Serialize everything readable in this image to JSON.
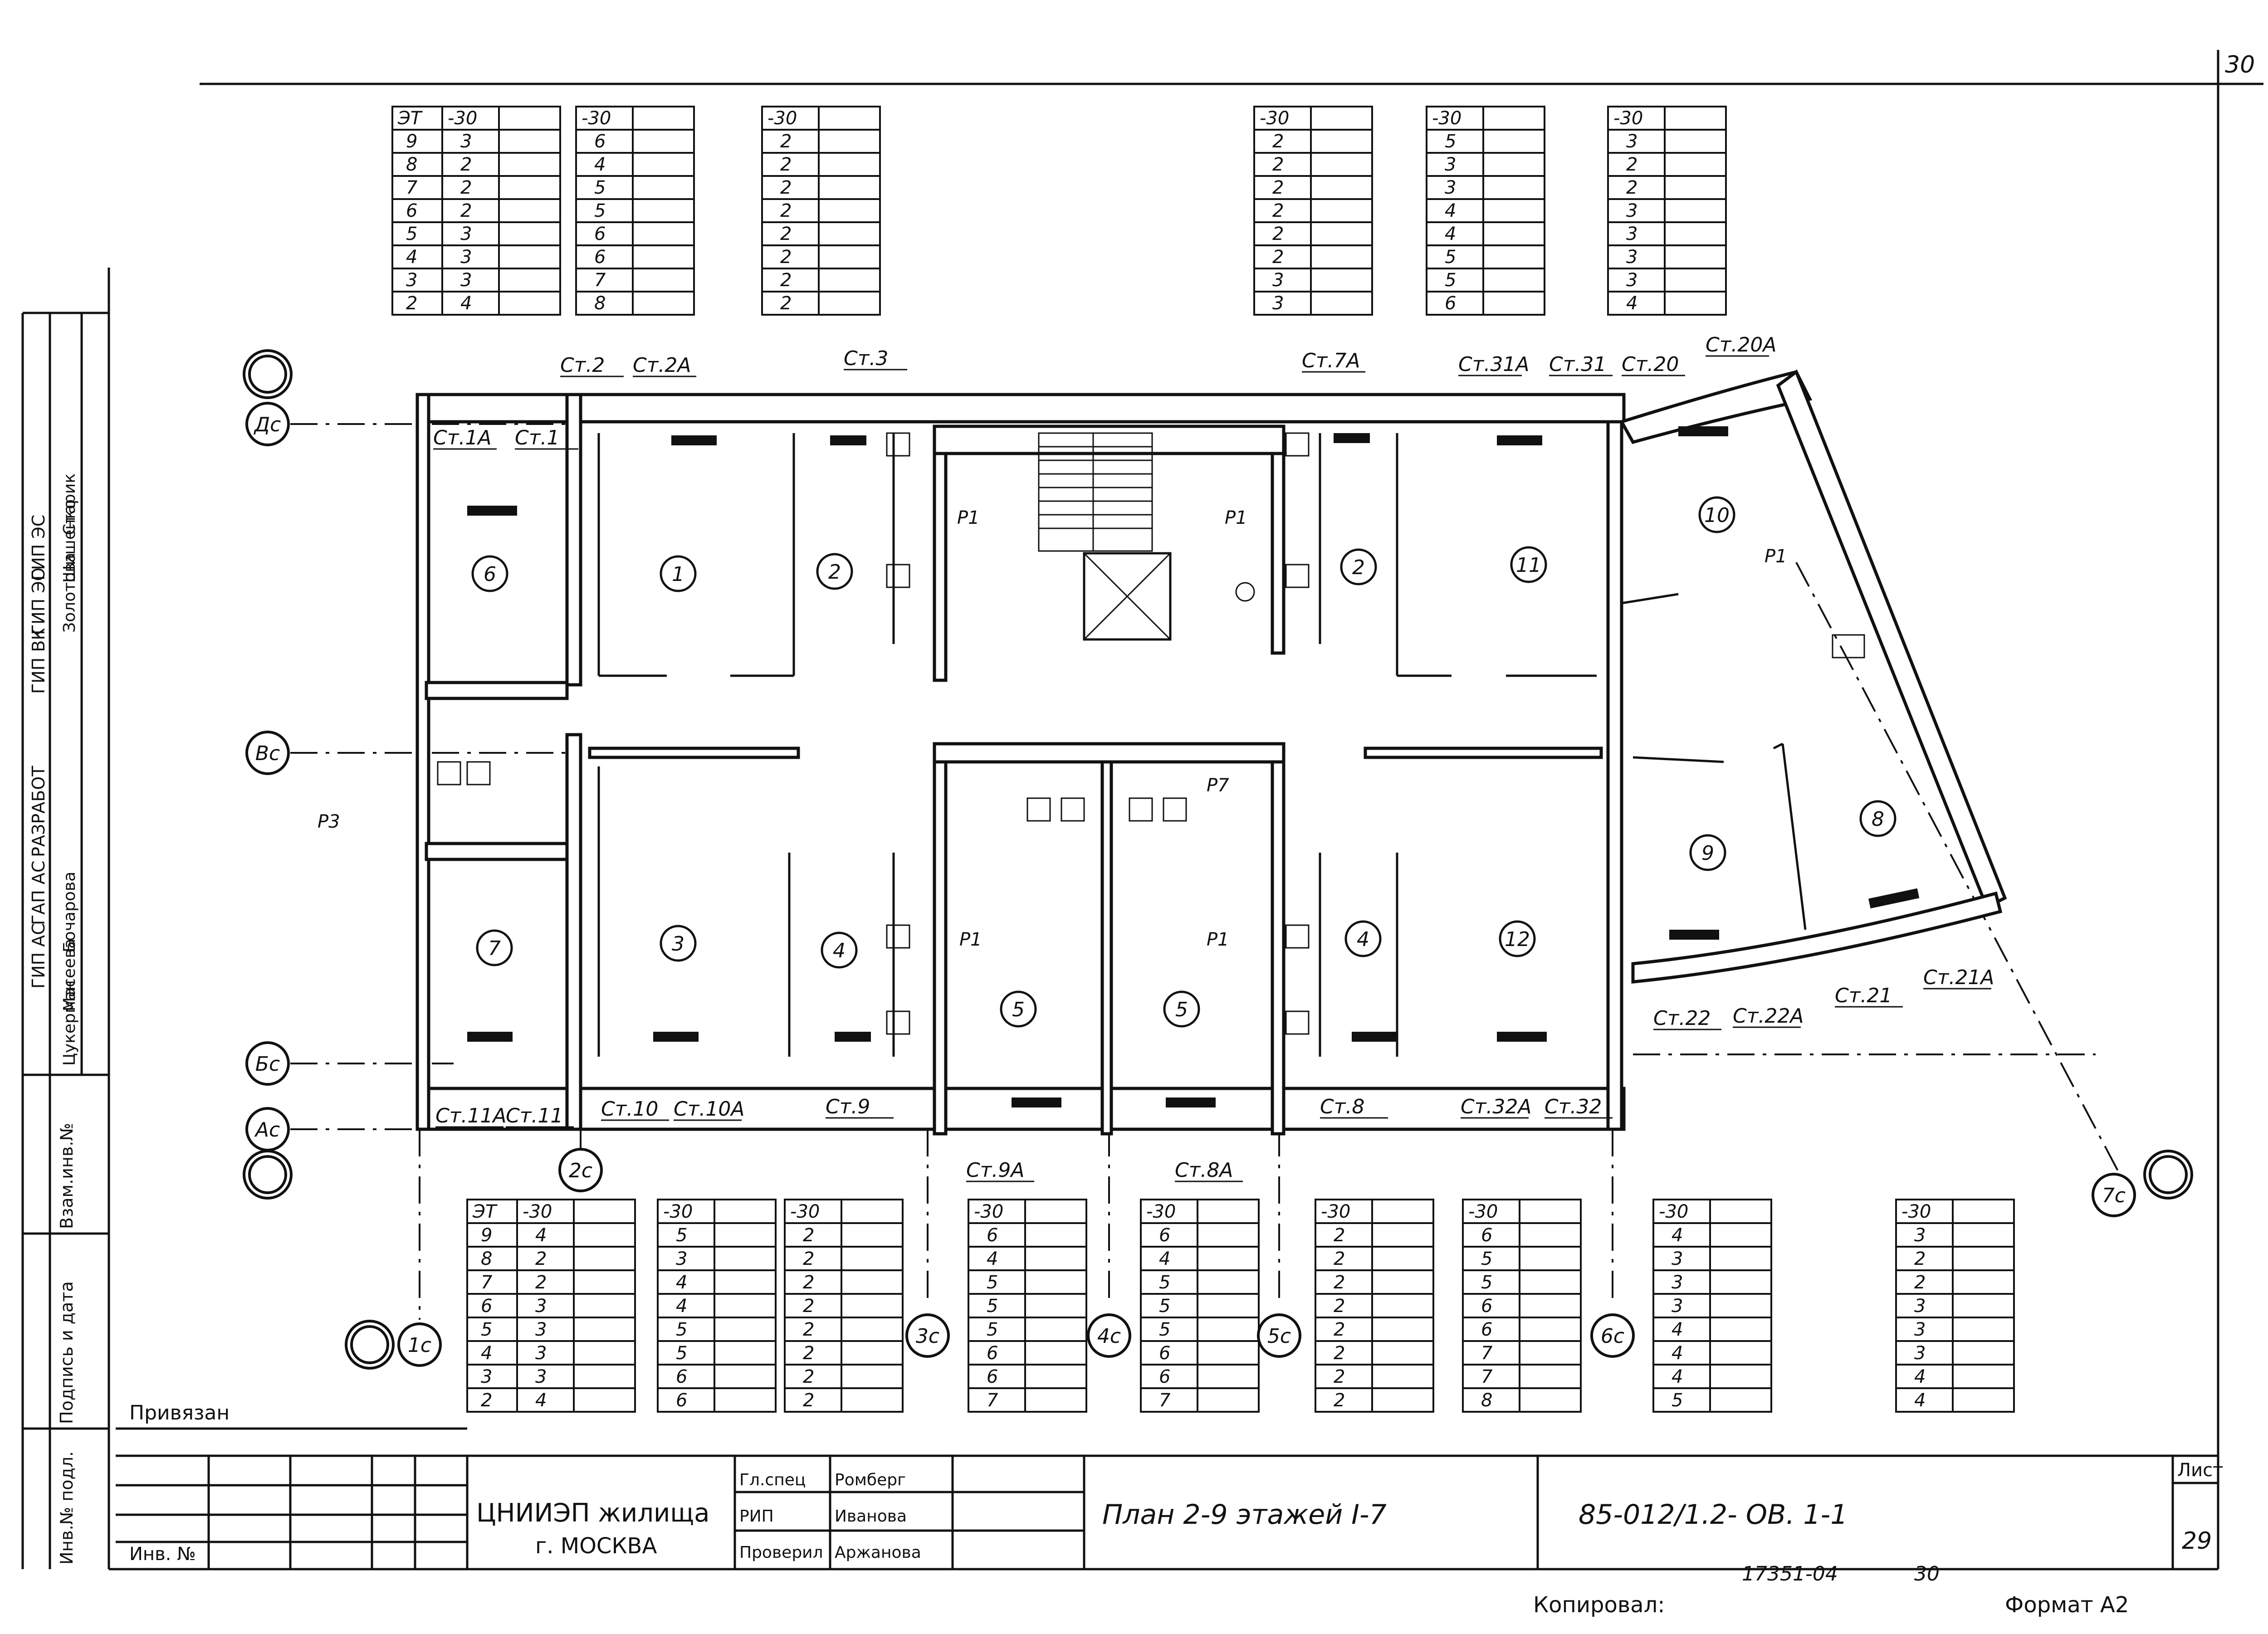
{
  "sheet_corner_number": "30",
  "sheet": {
    "bound_to": "Привязан",
    "inv_no": "Инв. №",
    "organization": "ЦНИИЭП жилища",
    "city": "г. МОСКВА",
    "roles": [
      {
        "role": "Гл.спец",
        "name": "Ромберг"
      },
      {
        "role": "РИП",
        "name": "Иванова"
      },
      {
        "role": "Проверил",
        "name": "Аржанова"
      }
    ],
    "title": "План 2-9 этажей I-7",
    "code": "85-012/1.2- ОВ. 1-1",
    "sheet_label": "Лист",
    "sheet_number": "29",
    "stamp_bottom_left": "17351-04",
    "stamp_bottom_right": "30",
    "copied": "Копировал:",
    "format": "Формат А2"
  },
  "side_stamp": {
    "rows": [
      "ГИП ВК",
      "ГИП ЭО",
      "ГИП ЭС",
      "ГИП АС",
      "ГАП АС",
      "РАЗРАБОТ"
    ],
    "names": [
      "Золотова",
      "Шишенко",
      "Старик",
      "Цукерман",
      "Масеева",
      "Бочарова"
    ],
    "labels": [
      "Инв.№ подл.",
      "Подпись и дата",
      "Взам.инв.№"
    ]
  },
  "axes": [
    "Ас",
    "Бс",
    "Вс",
    "Дс",
    "1с",
    "2с",
    "3с",
    "4с",
    "5с",
    "6с",
    "7с"
  ],
  "rooms": [
    "1",
    "2",
    "3",
    "4",
    "5",
    "5",
    "2",
    "4",
    "6",
    "7",
    "8",
    "9",
    "10",
    "11",
    "12"
  ],
  "risers_top": {
    "st2": "Ст.2",
    "st2a": "Ст.2А",
    "st3": "Ст.3",
    "st7a": "Ст.7А",
    "st31a": "Ст.31А",
    "st31": "Ст.31",
    "st20": "Ст.20",
    "st20a": "Ст.20А",
    "st1a": "Ст.1А",
    "st1": "Ст.1"
  },
  "risers_bottom": {
    "st11a": "Ст.11А",
    "st11": "Ст.11",
    "st10": "Ст.10",
    "st10a": "Ст.10А",
    "st9": "Ст.9",
    "st9a": "Ст.9А",
    "st8a": "Ст.8А",
    "st8": "Ст.8",
    "st32a": "Ст.32А",
    "st32": "Ст.32",
    "st22": "Ст.22",
    "st22a": "Ст.22А",
    "st21": "Ст.21",
    "st21a": "Ст.21А"
  },
  "marks": {
    "p1": "Р1",
    "p3": "Р3",
    "p7": "Р7"
  },
  "top_tables": [
    {
      "head": [
        "ЭТ",
        "-30"
      ],
      "floors": [
        "9",
        "8",
        "7",
        "6",
        "5",
        "4",
        "3",
        "2"
      ],
      "values": [
        "3",
        "2",
        "2",
        "2",
        "3",
        "3",
        "3",
        "4"
      ]
    },
    {
      "head": [
        "-30"
      ],
      "values": [
        "6",
        "4",
        "5",
        "5",
        "6",
        "6",
        "7",
        "8"
      ]
    },
    {
      "head": [
        "-30"
      ],
      "values": [
        "2",
        "2",
        "2",
        "2",
        "2",
        "2",
        "2",
        "2"
      ]
    },
    {
      "head": [
        "-30"
      ],
      "values": [
        "2",
        "2",
        "2",
        "2",
        "2",
        "2",
        "3",
        "3"
      ]
    },
    {
      "head": [
        "-30"
      ],
      "values": [
        "5",
        "3",
        "3",
        "4",
        "4",
        "5",
        "5",
        "6"
      ]
    },
    {
      "head": [
        "-30"
      ],
      "values": [
        "3",
        "2",
        "2",
        "3",
        "3",
        "3",
        "3",
        "4"
      ]
    }
  ],
  "bottom_tables": [
    {
      "head": [
        "ЭТ",
        "-30"
      ],
      "floors": [
        "9",
        "8",
        "7",
        "6",
        "5",
        "4",
        "3",
        "2"
      ],
      "values": [
        "4",
        "2",
        "2",
        "3",
        "3",
        "3",
        "3",
        "4"
      ]
    },
    {
      "head": [
        "-30"
      ],
      "values": [
        "5",
        "3",
        "4",
        "4",
        "5",
        "5",
        "6",
        "6"
      ]
    },
    {
      "head": [
        "-30"
      ],
      "values": [
        "2",
        "2",
        "2",
        "2",
        "2",
        "2",
        "2",
        "2"
      ]
    },
    {
      "head": [
        "-30"
      ],
      "values": [
        "6",
        "4",
        "5",
        "5",
        "5",
        "6",
        "6",
        "7"
      ]
    },
    {
      "head": [
        "-30"
      ],
      "values": [
        "6",
        "4",
        "5",
        "5",
        "5",
        "6",
        "6",
        "7"
      ]
    },
    {
      "head": [
        "-30"
      ],
      "values": [
        "2",
        "2",
        "2",
        "2",
        "2",
        "2",
        "2",
        "2"
      ]
    },
    {
      "head": [
        "-30"
      ],
      "values": [
        "6",
        "5",
        "5",
        "6",
        "6",
        "7",
        "7",
        "8"
      ]
    },
    {
      "head": [
        "-30"
      ],
      "values": [
        "4",
        "3",
        "3",
        "3",
        "4",
        "4",
        "4",
        "5"
      ]
    },
    {
      "head": [
        "-30"
      ],
      "values": [
        "3",
        "2",
        "2",
        "3",
        "3",
        "3",
        "4",
        "4"
      ]
    }
  ]
}
